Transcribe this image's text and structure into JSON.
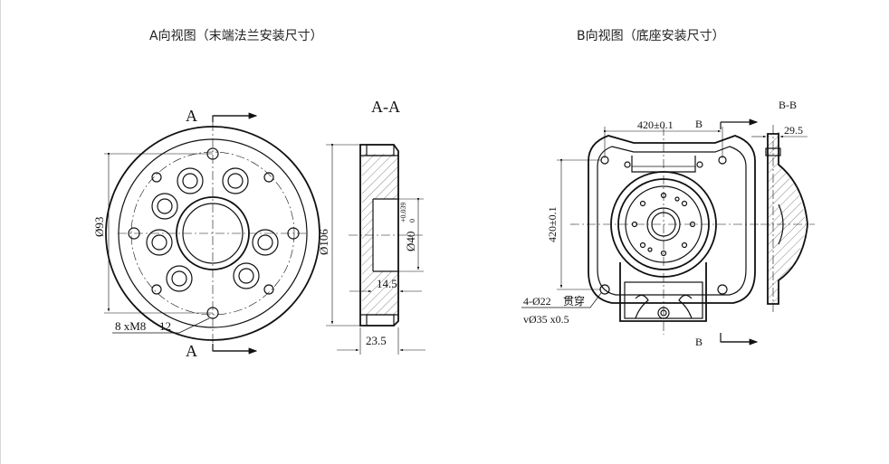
{
  "titles": {
    "view_a": "A向视图（末端法兰安装尺寸）",
    "view_b": "B向视图（底座安装尺寸）"
  },
  "view_a": {
    "section_mark_top": "A",
    "section_mark_bottom": "A",
    "dia_outer": "Ø93",
    "bolt_note": "8 xM8",
    "bolt_depth": "12"
  },
  "section_aa": {
    "label": "A-A",
    "dia_flange": "Ø106",
    "dia_bore": "Ø40",
    "tol_upper": "+0.039",
    "tol_lower": "0",
    "depth": "14.5",
    "thickness": "23.5"
  },
  "view_b": {
    "width_dim": "420±0.1",
    "height_dim": "420±0.1",
    "section_mark_top": "B",
    "section_mark_bottom": "B",
    "hole_note": "4-Ø22",
    "hole_note_suffix": "贯穿",
    "counterbore_note": "vØ35 x0.5"
  },
  "section_bb": {
    "label": "B-B",
    "depth": "29.5"
  }
}
